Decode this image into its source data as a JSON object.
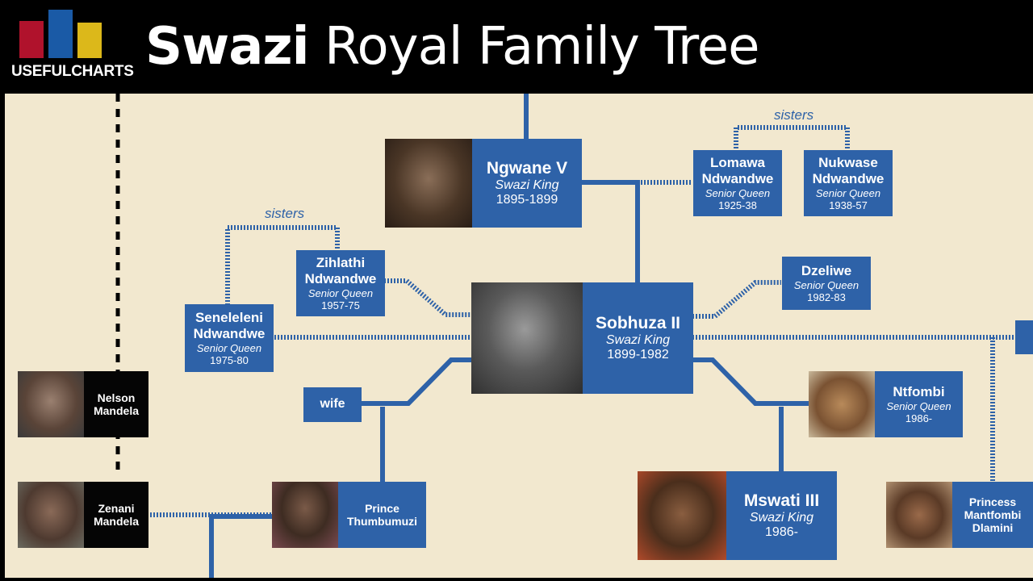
{
  "header": {
    "logo_text": "USEFULCHARTS",
    "title_bold": "Swazi",
    "title_rest": "Royal Family Tree"
  },
  "colors": {
    "box_blue": "#2e62a8",
    "background": "#f2e8cf",
    "logo_red": "#b0122c",
    "logo_blue": "#1a5aa6",
    "logo_yellow": "#dcb81a"
  },
  "labels": {
    "sisters_top": "sisters",
    "sisters_left": "sisters"
  },
  "people": {
    "ngwane": {
      "name": "Ngwane V",
      "role": "Swazi King",
      "years": "1895-1899"
    },
    "lomawa": {
      "name": "Lomawa Ndwandwe",
      "role": "Senior Queen",
      "years": "1925-38"
    },
    "nukwase": {
      "name": "Nukwase Ndwandwe",
      "role": "Senior Queen",
      "years": "1938-57"
    },
    "zihlathi": {
      "name": "Zihlathi Ndwandwe",
      "role": "Senior Queen",
      "years": "1957-75"
    },
    "seneleleni": {
      "name": "Seneleleni Ndwandwe",
      "role": "Senior Queen",
      "years": "1975-80"
    },
    "sobhuza": {
      "name": "Sobhuza II",
      "role": "Swazi King",
      "years": "1899-1982"
    },
    "dzeliwe": {
      "name": "Dzeliwe",
      "role": "Senior Queen",
      "years": "1982-83"
    },
    "ntfombi": {
      "name": "Ntfombi",
      "role": "Senior Queen",
      "years": "1986-"
    },
    "mswati": {
      "name": "Mswati III",
      "role": "Swazi King",
      "years": "1986-"
    },
    "wife": {
      "name": "wife"
    },
    "thumbumuzi": {
      "name": "Prince Thumbumuzi"
    },
    "nelson": {
      "name": "Nelson Mandela"
    },
    "zenani": {
      "name": "Zenani Mandela"
    },
    "mantfombi": {
      "name": "Princess Mantfombi Dlamini"
    }
  }
}
